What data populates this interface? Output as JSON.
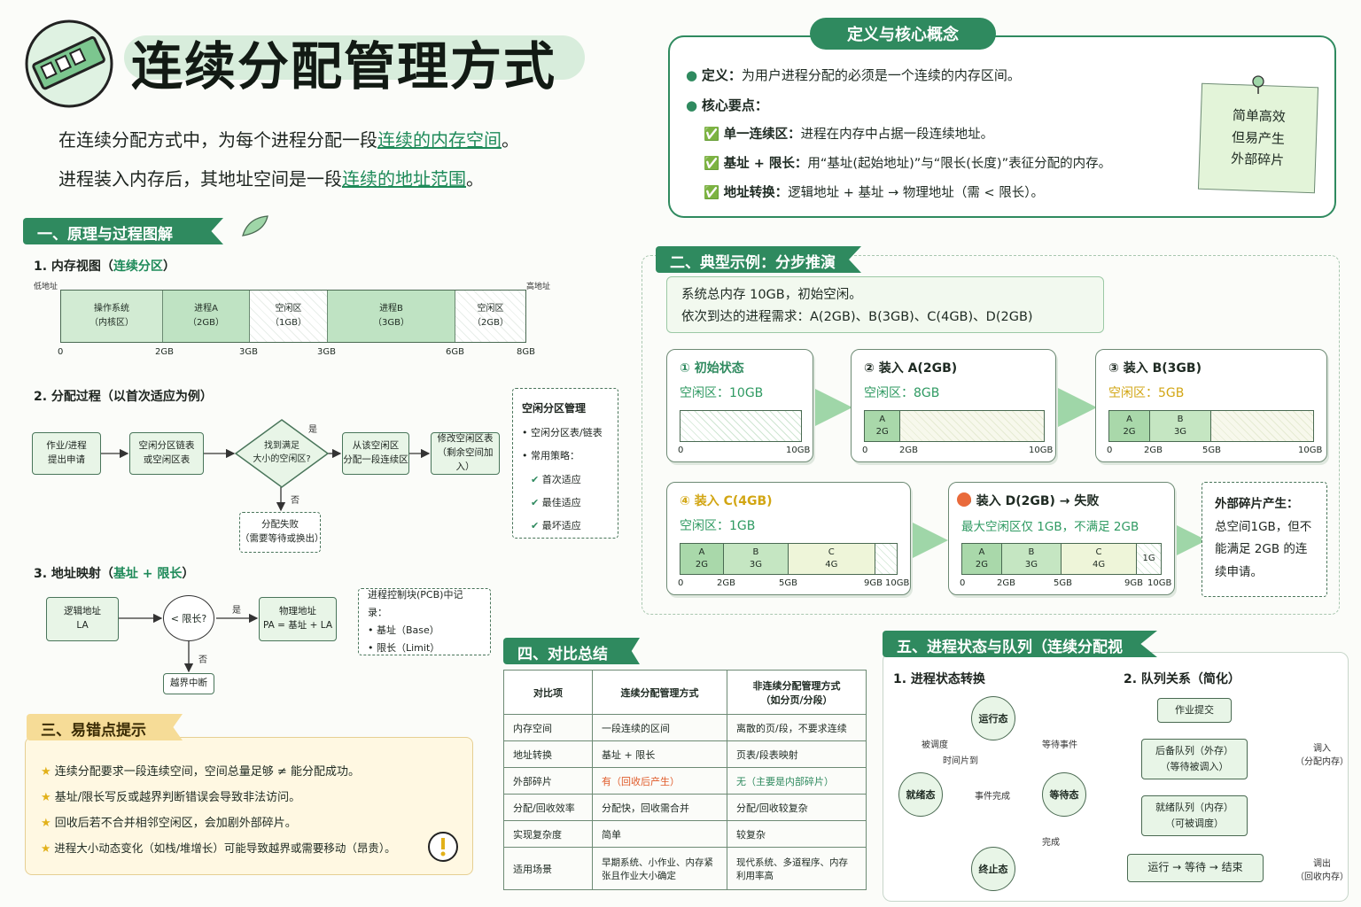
{
  "title": "连续分配管理方式",
  "intro": {
    "line1_pre": "在连续分配方式中，为每个进程分配一段",
    "line1_hl": "连续的内存空间",
    "line1_post": "。",
    "line2_pre": "进程装入内存后，其地址空间是一段",
    "line2_hl": "连续的地址范围",
    "line2_post": "。"
  },
  "sec1": {
    "ribbon": "一、原理与过程图解",
    "s1_title": "1. 内存视图（",
    "s1_hl": "连续分区",
    "s1_end": "）",
    "low": "低地址",
    "high": "高地址",
    "segments": [
      {
        "l1": "操作系统",
        "l2": "（内核区）"
      },
      {
        "l1": "进程A",
        "l2": "（2GB）"
      },
      {
        "l1": "空闲区",
        "l2": "（1GB）"
      },
      {
        "l1": "进程B",
        "l2": "（3GB）"
      },
      {
        "l1": "空闲区",
        "l2": "（2GB）"
      }
    ],
    "axis": [
      "0",
      "2GB",
      "3GB",
      "3GB",
      "6GB",
      "8GB"
    ],
    "s2_title": "2. 分配过程（以首次适应为例）",
    "flow": {
      "b1": "作业/进程",
      "b1b": "提出申请",
      "b2": "空闲分区链表",
      "b2b": "或空闲区表",
      "d": "找到满足",
      "db": "大小的空闲区?",
      "yes": "是",
      "no": "否",
      "b3": "从该空闲区",
      "b3b": "分配一段连续区",
      "b4": "修改空闲区表",
      "b4b": "（剩余空间加入）",
      "fail": "分配失败",
      "failb": "（需要等待或换出）"
    },
    "mgmt": {
      "title": "空闲分区管理",
      "i1": "• 空闲分区表/链表",
      "i2": "• 常用策略：",
      "p1": "首次适应",
      "p2": "最佳适应",
      "p3": "最坏适应"
    },
    "s3_title": "3. 地址映射（",
    "s3_hl": "基址 + 限长",
    "s3_end": "）",
    "map": {
      "la": "逻辑地址",
      "la2": "LA",
      "cmp": "< 限长?",
      "yes": "是",
      "no": "否",
      "pa": "物理地址",
      "pa2": "PA = 基址 + LA",
      "err": "越界中断",
      "pcb": "进程控制块(PCB)中记录：",
      "pcb1": "•  基址（Base）",
      "pcb2": "•  限长（Limit）"
    }
  },
  "sec3": {
    "ribbon": "三、易错点提示",
    "tips": [
      "连续分配要求一段连续空间，空间总量足够 ≠ 能分配成功。",
      "基址/限长写反或越界判断错误会导致非法访问。",
      "回收后若不合并相邻空闲区，会加剧外部碎片。",
      "进程大小动态变化（如栈/堆增长）可能导致越界或需要移动（昂贵）。"
    ]
  },
  "def": {
    "ribbon": "定义与核心概念",
    "def_label": "定义：",
    "def_text": "为用户进程分配的必须是一个连续的内存区间。",
    "core_label": "核心要点：",
    "p1_label": "单一连续区：",
    "p1_text": "进程在内存中占据一段连续地址。",
    "p2_label": "基址 + 限长：",
    "p2_text": "用“基址(起始地址)”与“限长(长度)”表征分配的内存。",
    "p3_label": "地址转换：",
    "p3_text": "逻辑地址 + 基址 → 物理地址（需 < 限长）。",
    "note": [
      "简单高效",
      "但易产生",
      "外部碎片"
    ]
  },
  "sec2": {
    "ribbon": "二、典型示例：分步推演",
    "l1": "系统总内存 10GB，初始空闲。",
    "l2": "依次到达的进程需求：A(2GB)、B(3GB)、C(4GB)、D(2GB)",
    "steps": [
      {
        "t": "① 初始状态",
        "s": "空闲区：10GB",
        "ax": [
          "0",
          "10GB"
        ]
      },
      {
        "t": "② 装入 A(2GB)",
        "s": "空闲区：8GB",
        "ax": [
          "0",
          "2GB",
          "10GB"
        ]
      },
      {
        "t": "③ 装入 B(3GB)",
        "s": "空闲区：5GB",
        "ax": [
          "0",
          "2GB",
          "5GB",
          "10GB"
        ]
      },
      {
        "t": "④ 装入 C(4GB)",
        "s": "空闲区：1GB",
        "ax": [
          "0",
          "2GB",
          "5GB",
          "9GB",
          "10GB"
        ]
      },
      {
        "t": "⑤ 装入 D(2GB) → 失败",
        "s": "最大空闲区仅 1GB，不满足 2GB",
        "ax": [
          "0",
          "2GB",
          "5GB",
          "9GB",
          "10GB"
        ]
      }
    ],
    "blocks": {
      "a": "A",
      "a2": "2G",
      "b": "B",
      "b2": "3G",
      "c": "C",
      "c2": "4G",
      "free": "1G"
    },
    "frag": {
      "t": "外部碎片产生：",
      "b1": "总空间1GB，但不",
      "b2": "能满足 2GB 的连",
      "b3": "续申请。"
    }
  },
  "sec4": {
    "ribbon": "四、对比总结",
    "head": [
      "对比项",
      "连续分配管理方式",
      "非连续分配管理方式",
      "（如分页/分段）"
    ],
    "rows": [
      [
        "内存空间",
        "一段连续的区间",
        "离散的页/段，不要求连续"
      ],
      [
        "地址转换",
        "基址 + 限长",
        "页表/段表映射"
      ],
      [
        "外部碎片",
        "有（回收后产生）",
        "无（主要是内部碎片）"
      ],
      [
        "分配/回收效率",
        "分配快，回收需合并",
        "分配/回收较复杂"
      ],
      [
        "实现复杂度",
        "简单",
        "较复杂"
      ],
      [
        "适用场景",
        "早期系统、小作业、内存紧张且作业大小确定",
        "现代系统、多道程序、内存利用率高"
      ]
    ]
  },
  "sec5": {
    "ribbon": "五、进程状态与队列（连续分配视角）",
    "s1": "1. 进程状态转换",
    "run": "运行态",
    "ready": "就绪态",
    "wait": "等待态",
    "term": "终止态",
    "e1": "被调度",
    "e1b": "时间片到",
    "e2": "等待事件",
    "e3": "事件完成",
    "e4": "完成",
    "s2": "2. 队列关系（简化）",
    "q1": "作业提交",
    "q2": "后备队列（外存）",
    "q2b": "（等待被调入）",
    "q3": "就绪队列（内存）",
    "q3b": "（可被调度）",
    "q4": "运行 → 等待 → 结束",
    "in": "调入",
    "inb": "（分配内存）",
    "out": "调出",
    "outb": "（回收内存）"
  }
}
